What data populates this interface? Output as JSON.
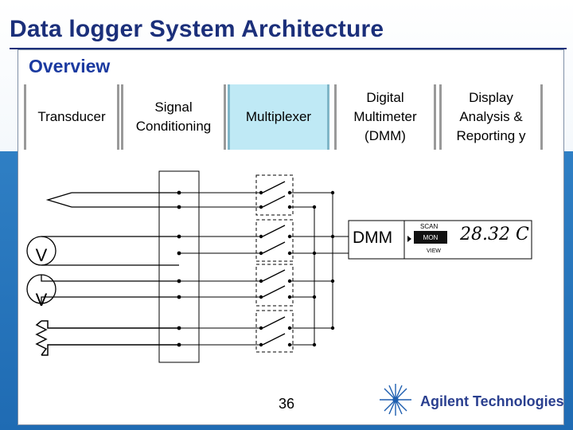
{
  "slide": {
    "title": "Data logger System Architecture",
    "subtitle": "Overview",
    "page_number": "36"
  },
  "blocks": [
    {
      "id": "transducer",
      "label": "Transducer"
    },
    {
      "id": "signal-conditioning",
      "label": "Signal\nConditioning"
    },
    {
      "id": "multiplexer",
      "label": "Multiplexer"
    },
    {
      "id": "dmm",
      "label": "Digital\nMultimeter\n(DMM)"
    },
    {
      "id": "display",
      "label": "Display\nAnalysis &\nReporting y"
    }
  ],
  "sensors": [
    {
      "type": "voltage-source",
      "symbol": "V"
    },
    {
      "type": "voltage-source",
      "symbol": "V"
    },
    {
      "type": "thermistor",
      "symbol": ""
    }
  ],
  "instrument": {
    "dmm_label": "DMM",
    "scan_label": "SCAN",
    "mon_label": "MON",
    "view_label": "VIEW",
    "reading": "28.32 C"
  },
  "branding": {
    "company": "Agilent Technologies",
    "logo_icon": "agilent-spark-icon"
  },
  "colors": {
    "title": "#1b2f7a",
    "subtitle": "#1b3aa0",
    "band": "#2f7fc4",
    "multiplexer_fill": "#bfe9f5"
  }
}
